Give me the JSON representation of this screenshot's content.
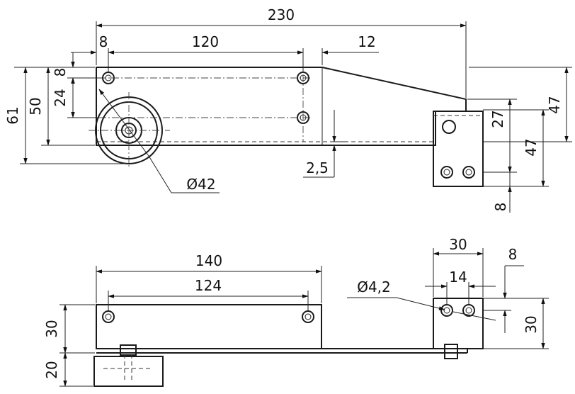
{
  "dimensions": {
    "overall_length": "230",
    "hole_offset_left": "8",
    "hole_spacing": "120",
    "taper_offset": "12",
    "height_8": "8",
    "height_24": "24",
    "height_50": "50",
    "height_61": "61",
    "right_47_upper": "47",
    "right_27": "27",
    "right_47_lower": "47",
    "right_8": "8",
    "thickness": "2,5",
    "wheel_diameter": "Ø42",
    "bottom_140": "140",
    "bottom_124": "124",
    "bottom_30_height": "30",
    "bottom_20_height": "20",
    "bracket_30": "30",
    "bracket_14": "14",
    "bracket_8": "8",
    "bracket_30_height": "30",
    "hole_diameter": "Ø4,2"
  }
}
